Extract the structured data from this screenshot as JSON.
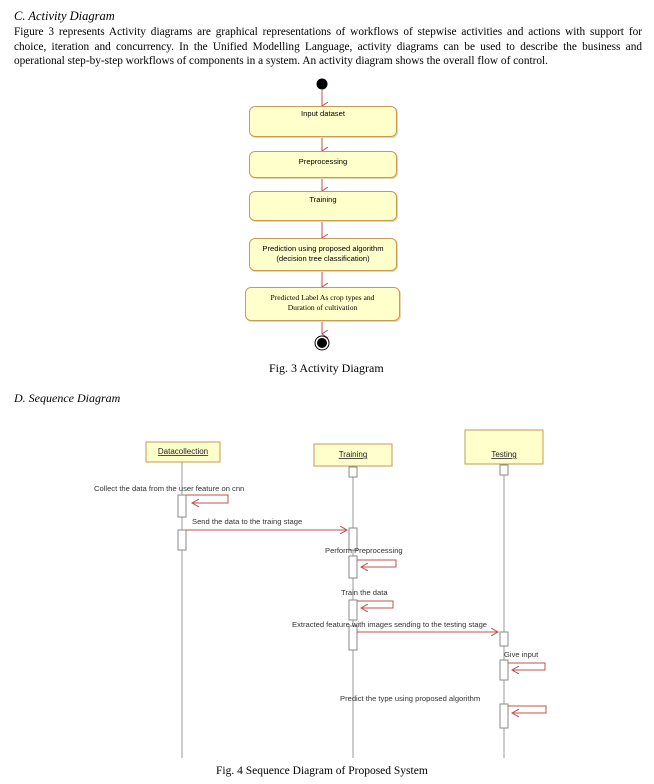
{
  "section_c": {
    "heading": "C.   Activity Diagram",
    "paragraph": "Figure 3 represents Activity diagrams are graphical representations of workflows of stepwise activities and actions with support for choice, iteration and concurrency. In the Unified Modelling Language, activity diagrams can be used to describe the business and operational step-by-step workflows of components in a system. An activity diagram shows the overall flow of control."
  },
  "activity_diagram": {
    "steps": [
      "Input dataset",
      "Preprocessing",
      "Training",
      "Prediction using proposed algorithm (decision tree classification)",
      "Predicted Label As crop types and Duration of cultivation"
    ],
    "caption": "Fig. 3 Activity Diagram"
  },
  "section_d": {
    "heading": "D.   Sequence Diagram"
  },
  "sequence_diagram": {
    "objects": [
      "Datacollection",
      "Training",
      "Testing"
    ],
    "messages": [
      "Collect the data  from the user feature on cnn",
      "Send the data to the traing stage",
      "Perform Preprocessing",
      "Train the   data",
      "Extracted feature with images sending to the testing stage",
      "Give input",
      "Predict the type using proposed algorithm"
    ],
    "caption": "Fig. 4 Sequence Diagram of Proposed System"
  },
  "colors": {
    "box_fill": "#ffffcc",
    "box_border": "#c79a56",
    "arrow": "#c0504d",
    "lifeline": "#9a9a9a"
  }
}
